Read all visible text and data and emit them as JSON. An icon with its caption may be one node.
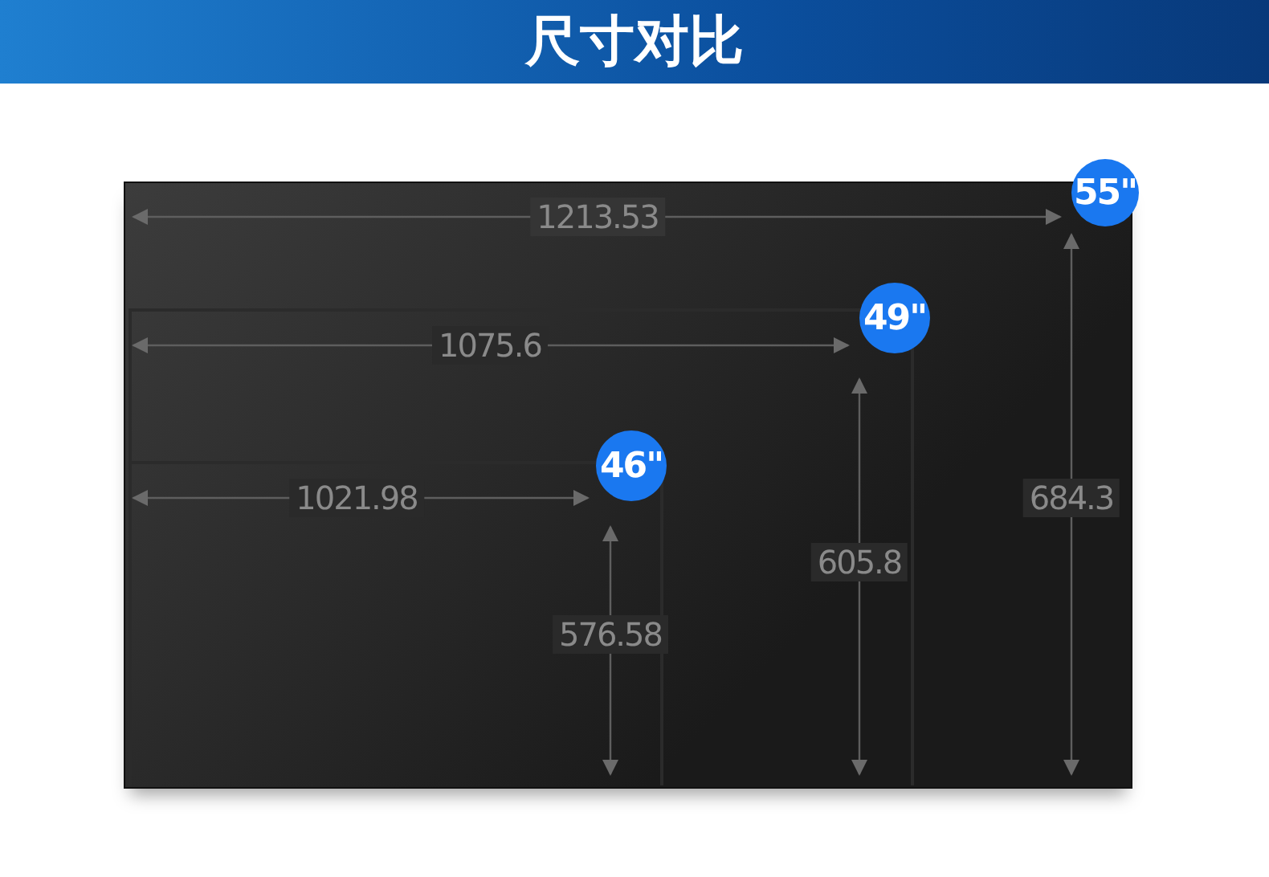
{
  "diagram": {
    "title": "尺寸对比",
    "nodes": [
      {
        "text": [
          "55\""
        ]
      },
      {
        "text": [
          "49\""
        ]
      },
      {
        "text": [
          "46\""
        ]
      }
    ],
    "edges": [],
    "labels": [
      "1213.53",
      "1075.6",
      "1021.98",
      "684.3",
      "605.8",
      "576.58"
    ]
  }
}
